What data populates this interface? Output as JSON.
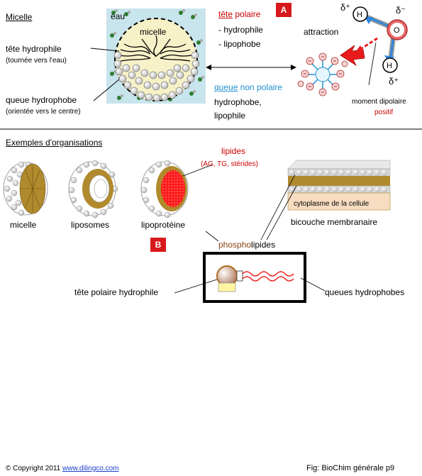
{
  "section_a": {
    "title": "Micelle",
    "water_label": "eau",
    "micelle_label": "micelle",
    "head_label": "tête hydrophile",
    "head_note": "(tournée vers l'eau)",
    "tail_label": "queue hydrophobe",
    "tail_note": "(orientée vers le centre)",
    "polar_head_word": "tête",
    "polar_head_rest": " polaire",
    "polar_prop1": "- hydrophile",
    "polar_prop2": "- lipophobe",
    "tail_word": "queue",
    "tail_rest": " non polaire",
    "tail_prop1": "hydrophobe,",
    "tail_prop2": "lipophile",
    "badge": "A",
    "attraction_label": "attraction",
    "dipole_label": "moment dipolaire",
    "dipole_sign": "positif",
    "water_atoms": {
      "h": "H",
      "o": "O",
      "delta_plus": "δ⁺",
      "delta_minus": "δ⁻"
    }
  },
  "section_b": {
    "title": "Exemples d'organisations",
    "lipids_label": "lipides",
    "lipids_detail": "(AG, TG,  stérides)",
    "structures": [
      "micelle",
      "liposomes",
      "lipoprotéine"
    ],
    "membrane_label": "bicouche membranaire",
    "cytoplasm_label": "cytoplasme de la cellule",
    "phospho_prefix": "phospho",
    "phospho_suffix": "lipides",
    "badge": "B",
    "polar_head_label": "tête polaire hydrophile",
    "tails_label": "queues hydrophobes"
  },
  "footer": {
    "copyright_symbol": "©",
    "copyright_text": " Copyright 2011 ",
    "link": "www.dilingco.com",
    "fig_label": "Fig: BioChim générale p9"
  },
  "colors": {
    "badge": "#d7191c",
    "water_box": "#c8e4ec",
    "micelle_core": "#f7f1c8",
    "tail_brown": "#9b7a1e",
    "lipid_red": "#ff0000",
    "arrow_blue": "#2e86de",
    "cytoplasm": "#f6dcc0"
  }
}
